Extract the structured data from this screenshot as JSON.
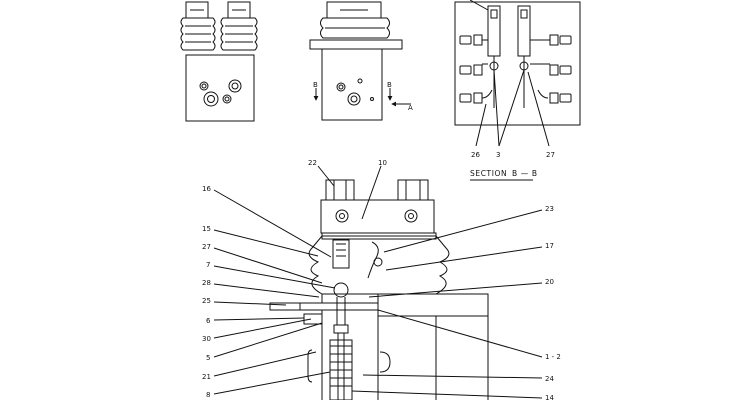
{
  "section_caption": {
    "word": "SECTION",
    "tag": "B — B"
  },
  "view_markers": {
    "b_left": "B",
    "b_right": "B",
    "a": "A"
  },
  "section_callouts": [
    "26",
    "3",
    "27"
  ],
  "main_callouts": {
    "left": [
      "16",
      "15",
      "27",
      "7",
      "28",
      "25",
      "6",
      "30",
      "5",
      "21",
      "8"
    ],
    "top": [
      "22",
      "10"
    ],
    "right": [
      "23",
      "17",
      "20",
      "1 - 2",
      "24",
      "14"
    ]
  }
}
